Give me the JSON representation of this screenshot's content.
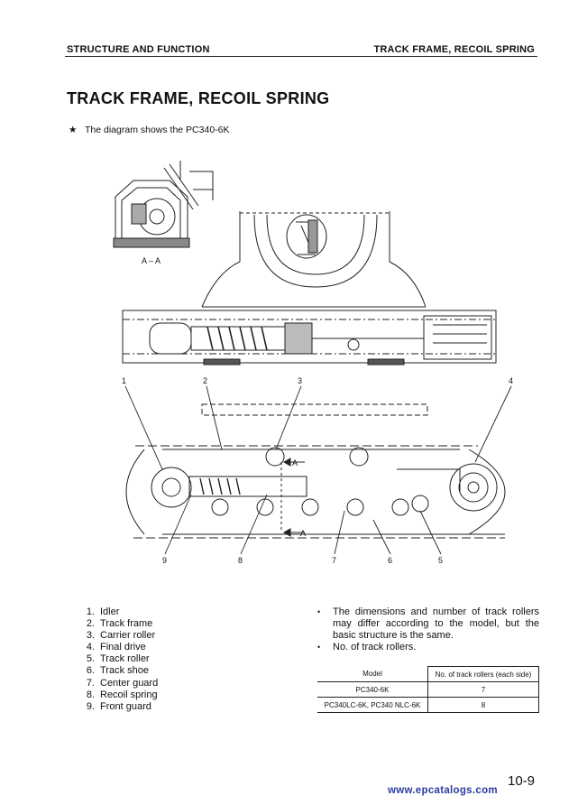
{
  "header": {
    "section": "STRUCTURE AND FUNCTION",
    "topic": "TRACK FRAME, RECOIL SPRING"
  },
  "title": "TRACK FRAME, RECOIL SPRING",
  "note": {
    "marker": "★",
    "text": "The diagram shows the PC340-6K"
  },
  "diagram": {
    "section_label": "A – A",
    "arrow_label_top": "A",
    "arrow_label_bottom": "A",
    "callouts_top": [
      "1",
      "2",
      "3",
      "4"
    ],
    "callouts_bottom": [
      "9",
      "8",
      "7",
      "6",
      "5"
    ]
  },
  "parts": [
    {
      "num": "1.",
      "name": "Idler"
    },
    {
      "num": "2.",
      "name": "Track frame"
    },
    {
      "num": "3.",
      "name": "Carrier roller"
    },
    {
      "num": "4.",
      "name": "Final drive"
    },
    {
      "num": "5.",
      "name": "Track roller"
    },
    {
      "num": "6.",
      "name": "Track shoe"
    },
    {
      "num": "7.",
      "name": "Center guard"
    },
    {
      "num": "8.",
      "name": "Recoil spring"
    },
    {
      "num": "9.",
      "name": "Front guard"
    }
  ],
  "notes": [
    "The dimensions and number of track rollers may differ according to the model, but the basic structure is the same.",
    "No. of track rollers."
  ],
  "roller_table": {
    "headers": [
      "Model",
      "No. of track rollers (each side)"
    ],
    "rows": [
      [
        "PC340-6K",
        "7"
      ],
      [
        "PC340LC-6K, PC340 NLC-6K",
        "8"
      ]
    ]
  },
  "page_number": "10-9",
  "watermark": "www.epcatalogs.com"
}
